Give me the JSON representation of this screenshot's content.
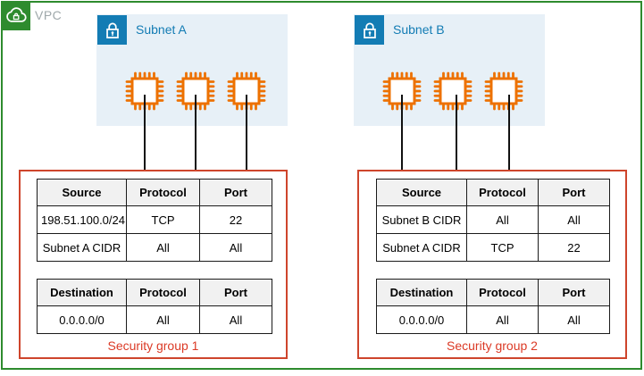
{
  "vpc": {
    "label": "VPC"
  },
  "subnets": [
    {
      "label": "Subnet A",
      "instance_count": 3
    },
    {
      "label": "Subnet B",
      "instance_count": 3
    }
  ],
  "security_groups": [
    {
      "label": "Security group 1",
      "inbound": {
        "headers": [
          "Source",
          "Protocol",
          "Port"
        ],
        "rows": [
          [
            "198.51.100.0/24",
            "TCP",
            "22"
          ],
          [
            "Subnet A CIDR",
            "All",
            "All"
          ]
        ]
      },
      "outbound": {
        "headers": [
          "Destination",
          "Protocol",
          "Port"
        ],
        "rows": [
          [
            "0.0.0.0/0",
            "All",
            "All"
          ]
        ]
      }
    },
    {
      "label": "Security group 2",
      "inbound": {
        "headers": [
          "Source",
          "Protocol",
          "Port"
        ],
        "rows": [
          [
            "Subnet B CIDR",
            "All",
            "All"
          ],
          [
            "Subnet A CIDR",
            "TCP",
            "22"
          ]
        ]
      },
      "outbound": {
        "headers": [
          "Destination",
          "Protocol",
          "Port"
        ],
        "rows": [
          [
            "0.0.0.0/0",
            "All",
            "All"
          ]
        ]
      }
    }
  ],
  "icons": {
    "vpc": "vpc-cloud-icon",
    "subnet": "subnet-lock-icon",
    "instance": "ec2-instance-chip-icon"
  },
  "colors": {
    "vpc_border": "#2E8B2E",
    "subnet_blue": "#137CB4",
    "subnet_fill": "#E7F0F7",
    "instance_orange": "#ED7100",
    "security_group_red": "#CE452C",
    "security_group_label_red": "#DB3A26",
    "vpc_label_gray": "#9FA8AA",
    "table_header_bg": "#F1F1F1"
  }
}
